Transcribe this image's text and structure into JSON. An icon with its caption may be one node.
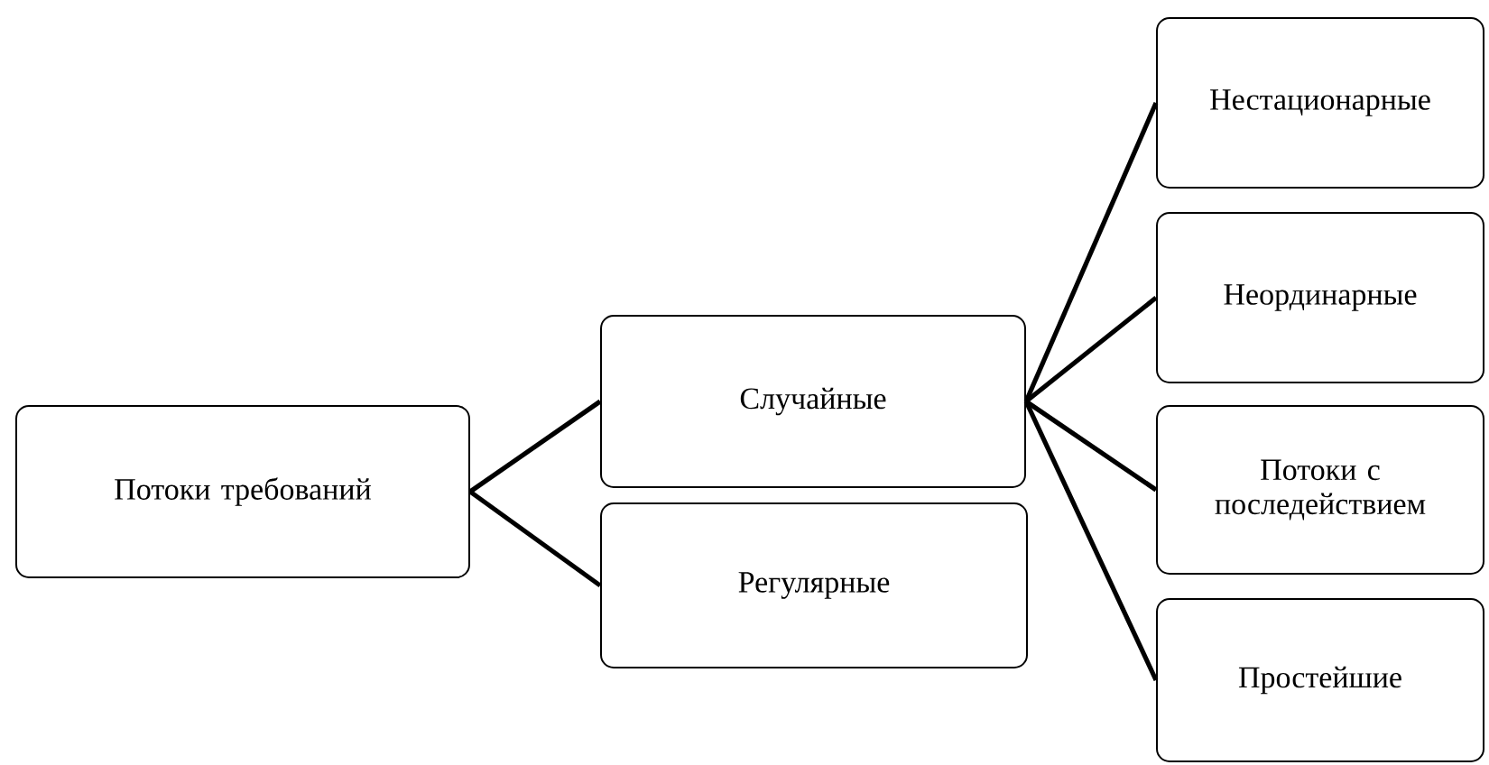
{
  "diagram": {
    "nodes": [
      {
        "text": [
          "Потоки требований"
        ]
      },
      {
        "text": [
          "Случайные"
        ]
      },
      {
        "text": [
          "Регулярные"
        ]
      },
      {
        "text": [
          "Нестационарные"
        ]
      },
      {
        "text": [
          "Неординарные"
        ]
      },
      {
        "text": [
          "Потоки с последействием"
        ]
      },
      {
        "text": [
          "Простейшие"
        ]
      }
    ],
    "edges": [
      {
        "from": 0,
        "to": 1,
        "arrow": "none"
      },
      {
        "from": 0,
        "to": 2,
        "arrow": "none"
      },
      {
        "from": 1,
        "to": 3,
        "arrow": "none"
      },
      {
        "from": 1,
        "to": 4,
        "arrow": "none"
      },
      {
        "from": 1,
        "to": 5,
        "arrow": "none"
      },
      {
        "from": 1,
        "to": 6,
        "arrow": "none"
      }
    ]
  }
}
